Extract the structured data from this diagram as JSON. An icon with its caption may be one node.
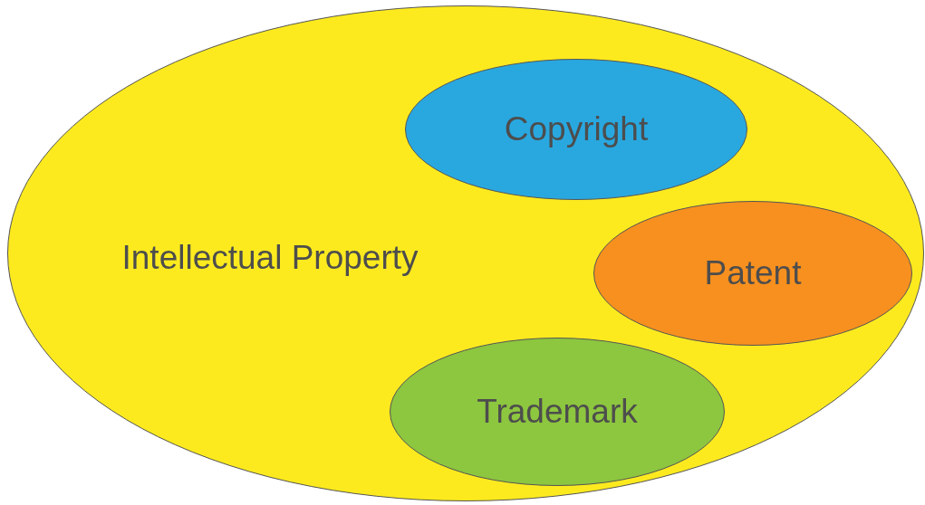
{
  "diagram": {
    "nodes": [
      {
        "text": [
          "Intellectual Property"
        ]
      },
      {
        "text": [
          "Copyright"
        ],
        "in": 0
      },
      {
        "text": [
          "Patent"
        ],
        "in": 0
      },
      {
        "text": [
          "Trademark"
        ],
        "in": 0
      }
    ]
  }
}
